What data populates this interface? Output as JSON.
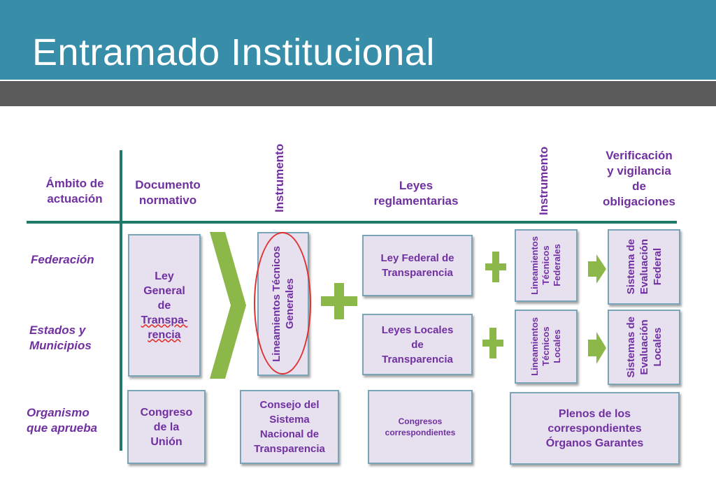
{
  "title": "Entramado Institucional",
  "headers": {
    "ambito": "Ámbito de\nactuación",
    "documento": "Documento\nnormativo",
    "instrumento1": "Instrumento",
    "leyes": "Leyes\nreglamentarias",
    "instrumento2": "Instrumento",
    "verificacion": "Verificación\ny vigilancia\nde\nobligaciones"
  },
  "rows": {
    "federacion": "Federación",
    "estados": "Estados y\nMunicipios",
    "organismo": "Organismo\nque aprueba"
  },
  "boxes": {
    "ley_general_1": "Ley\nGeneral\nde",
    "ley_general_2": "Transpa-\nrencia",
    "lineamientos_generales": "Lineamientos Técnicos\nGenerales",
    "ley_federal": "Ley Federal de\nTransparencia",
    "leyes_locales": "Leyes Locales\nde\nTransparencia",
    "lineamientos_federales": "Lineamientos\nTécnicos\nFederales",
    "lineamientos_locales": "Lineamientos\nTécnicos\nLocales",
    "sistema_federal": "Sistema de\nEvaluación\nFederal",
    "sistemas_locales": "Sistemas de\nEvaluación\nLocales",
    "congreso_union": "Congreso\nde la\nUnión",
    "consejo": "Consejo del\nSistema\nNacional de\nTransparencia",
    "congresos": "Congresos\ncorrespondientes",
    "plenos": "Plenos de los\ncorrespondientes\nÓrganos Garantes"
  },
  "colors": {
    "title_bar": "#388ea8",
    "grey_bar": "#5b5b5b",
    "text_purple": "#7030a0",
    "box_fill": "#e6e0ef",
    "arrow_green": "#8cb84a",
    "rule_teal": "#1f7a69",
    "oval_red": "#e03030"
  }
}
